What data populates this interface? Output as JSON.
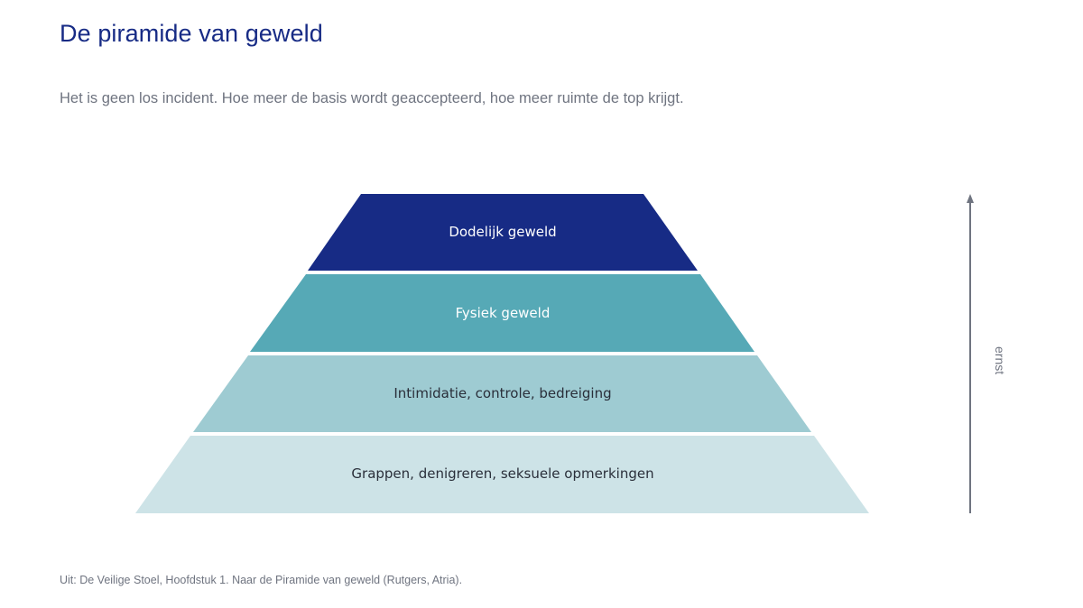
{
  "title": "De piramide van geweld",
  "subtitle": "Het is geen los incident. Hoe meer de basis wordt geaccepteerd, hoe meer ruimte de top krijgt.",
  "layers": [
    {
      "label": "Dodelijk geweld",
      "fill": "#172b85",
      "text_color": "#ffffff"
    },
    {
      "label": "Fysiek geweld",
      "fill": "#56a9b6",
      "text_color": "#ffffff"
    },
    {
      "label": "Intimidatie, controle, bedreiging",
      "fill": "#9ecbd2",
      "text_color": "#2a2f3a"
    },
    {
      "label": "Grappen, denigreren, seksuele opmerkingen",
      "fill": "#cde3e7",
      "text_color": "#2a2f3a"
    }
  ],
  "axis": {
    "label": "ernst",
    "color": "#6f7480"
  },
  "footnote": "Uit: De Veilige Stoel, Hoofdstuk 1. Naar de Piramide van geweld (Rutgers, Atria)."
}
